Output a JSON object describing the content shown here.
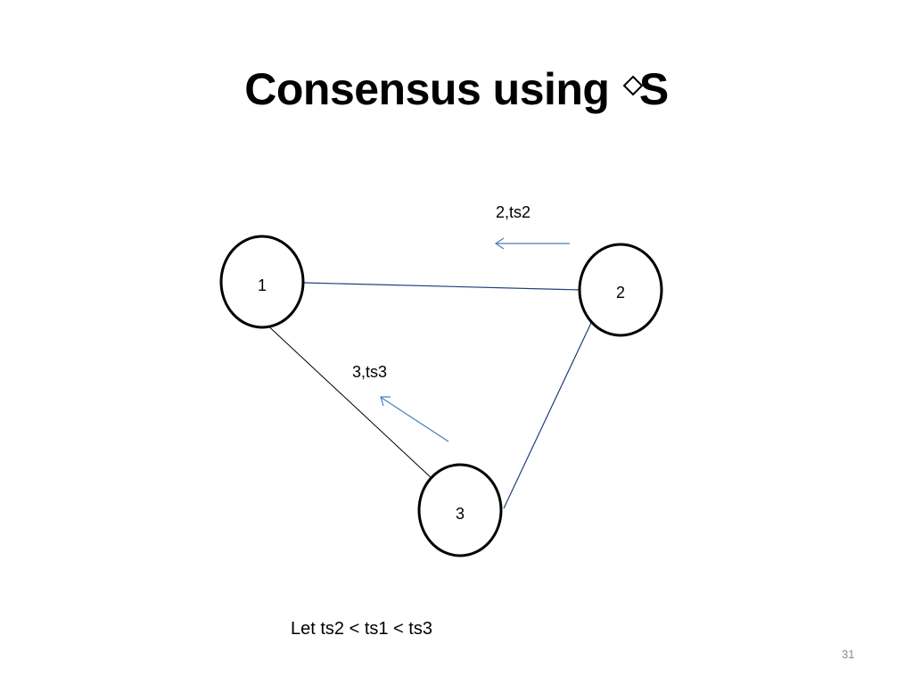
{
  "slide": {
    "title_text": "Consensus using",
    "title_symbol_icon": "diamond-eventually-icon",
    "title_suffix": "S",
    "footnote": "Let ts2 < ts1 < ts3",
    "page_number": "31"
  },
  "diagram": {
    "nodes": [
      {
        "id": "node-1",
        "label": "1"
      },
      {
        "id": "node-2",
        "label": "2"
      },
      {
        "id": "node-3",
        "label": "3"
      }
    ],
    "edges": [
      {
        "from": "1",
        "to": "2"
      },
      {
        "from": "1",
        "to": "3"
      },
      {
        "from": "2",
        "to": "3"
      }
    ],
    "messages": [
      {
        "label": "2,ts2",
        "from": "2",
        "to": "1"
      },
      {
        "label": "3,ts3",
        "from": "3",
        "to": "1"
      }
    ],
    "colors": {
      "edge_blue": "#1f3f7a",
      "edge_black": "#000000",
      "arrow_blue": "#4a7ebb"
    }
  }
}
